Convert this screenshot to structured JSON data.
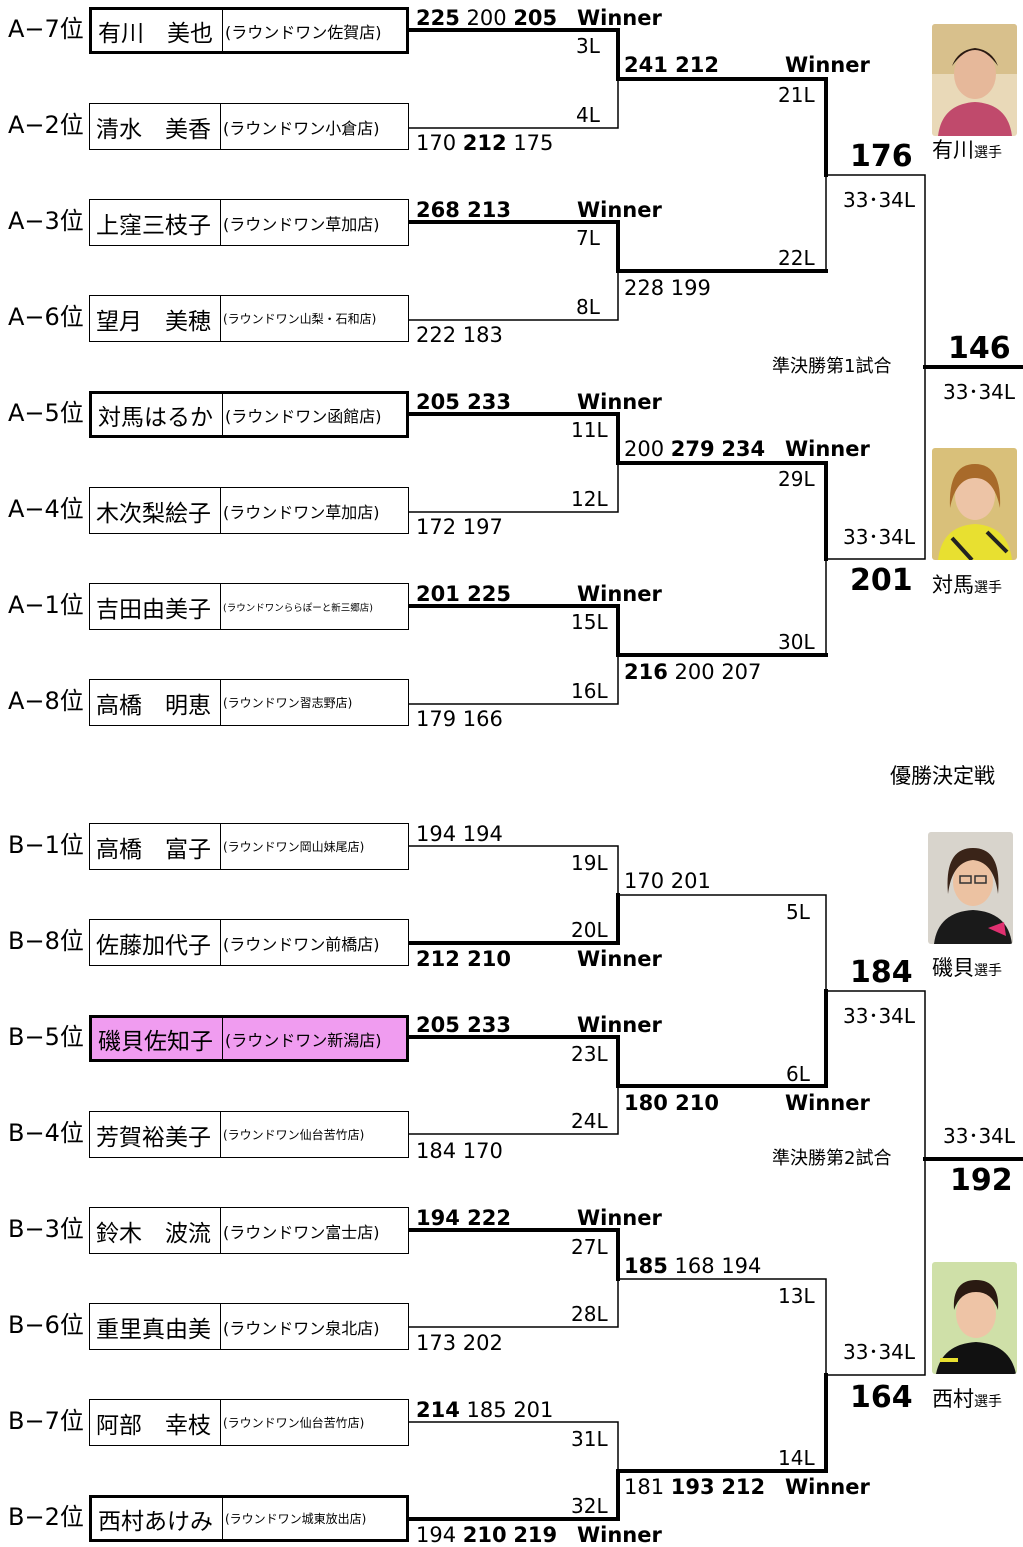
{
  "block_a": {
    "players": [
      {
        "seed": "A−7位",
        "name": "有川　美也",
        "shop": "(ラウンドワン佐賀店)",
        "bold": true
      },
      {
        "seed": "A−2位",
        "name": "清水　美香",
        "shop": "(ラウンドワン小倉店)"
      },
      {
        "seed": "A−3位",
        "name": "上窪三枝子",
        "shop": "(ラウンドワン草加店)"
      },
      {
        "seed": "A−6位",
        "name": "望月　美穂",
        "shop": "(ラウンドワン山梨・石和店)"
      },
      {
        "seed": "A−5位",
        "name": "対馬はるか",
        "shop": "(ラウンドワン函館店)",
        "bold": true
      },
      {
        "seed": "A−4位",
        "name": "木次梨絵子",
        "shop": "(ラウンドワン草加店)"
      },
      {
        "seed": "A−1位",
        "name": "吉田由美子",
        "shop": "(ラウンドワンららぽーと新三郷店)"
      },
      {
        "seed": "A−8位",
        "name": "高橋　明恵",
        "shop": "(ラウンドワン習志野店)"
      }
    ],
    "winner": "Winner",
    "lanes": [
      "3L",
      "4L",
      "7L",
      "8L",
      "11L",
      "12L",
      "15L",
      "16L",
      "21L",
      "22L",
      "29L",
      "30L",
      "33･34L",
      "33･34L"
    ],
    "semi_label": "準決勝第1試合",
    "semi_top_score": "176",
    "semi_bottom_score": "201",
    "photo_top_name": "有川",
    "photo_bottom_name": "対馬",
    "suffix": "選手",
    "final_score": "146",
    "final_lane": "33･34L"
  },
  "final_label": "優勝決定戦",
  "block_b": {
    "players": [
      {
        "seed": "B−1位",
        "name": "高橋　富子",
        "shop": "(ラウンドワン岡山妹尾店)"
      },
      {
        "seed": "B−8位",
        "name": "佐藤加代子",
        "shop": "(ラウンドワン前橋店)"
      },
      {
        "seed": "B−5位",
        "name": "磯貝佐知子",
        "shop": "(ラウンドワン新潟店)",
        "bold": true,
        "highlight": true
      },
      {
        "seed": "B−4位",
        "name": "芳賀裕美子",
        "shop": "(ラウンドワン仙台苦竹店)"
      },
      {
        "seed": "B−3位",
        "name": "鈴木　波流",
        "shop": "(ラウンドワン富士店)"
      },
      {
        "seed": "B−6位",
        "name": "重里真由美",
        "shop": "(ラウンドワン泉北店)"
      },
      {
        "seed": "B−7位",
        "name": "阿部　幸枝",
        "shop": "(ラウンドワン仙台苦竹店)"
      },
      {
        "seed": "B−2位",
        "name": "西村あけみ",
        "shop": "(ラウンドワン城東放出店)",
        "bold": true
      }
    ],
    "winner": "Winner",
    "lanes": [
      "19L",
      "20L",
      "23L",
      "24L",
      "27L",
      "28L",
      "31L",
      "32L",
      "5L",
      "6L",
      "13L",
      "14L",
      "33･34L",
      "33･34L"
    ],
    "semi_label": "準決勝第2試合",
    "semi_top_score": "184",
    "semi_bottom_score": "164",
    "photo_top_name": "磯貝",
    "photo_bottom_name": "西村",
    "suffix": "選手",
    "final_score": "192",
    "final_lane": "33･34L"
  },
  "scores": {
    "a1": [
      "225",
      "200",
      "205"
    ],
    "a2": [
      "170",
      "212",
      "175"
    ],
    "a3": [
      "268",
      "213"
    ],
    "a4": [
      "222",
      "183"
    ],
    "a5": [
      "205",
      "233"
    ],
    "a6": [
      "172",
      "197"
    ],
    "a7": [
      "201",
      "225"
    ],
    "a8": [
      "179",
      "166"
    ],
    "aq1": [
      "241",
      "212"
    ],
    "aq2": [
      "228",
      "199"
    ],
    "aq3": [
      "200",
      "279",
      "234"
    ],
    "aq4": [
      "216",
      "200",
      "207"
    ],
    "b1": [
      "194",
      "194"
    ],
    "b2": [
      "212",
      "210"
    ],
    "b3": [
      "205",
      "233"
    ],
    "b4": [
      "184",
      "170"
    ],
    "b5": [
      "194",
      "222"
    ],
    "b6": [
      "173",
      "202"
    ],
    "b7": [
      "214",
      "185",
      "201"
    ],
    "b8": [
      "194",
      "210",
      "219"
    ],
    "bq1": [
      "170",
      "201"
    ],
    "bq2": [
      "180",
      "210"
    ],
    "bq3": [
      "185",
      "168",
      "194"
    ],
    "bq4": [
      "181",
      "193",
      "212"
    ]
  },
  "colors": {
    "highlight": "#f09cf0",
    "line": "#000000"
  }
}
